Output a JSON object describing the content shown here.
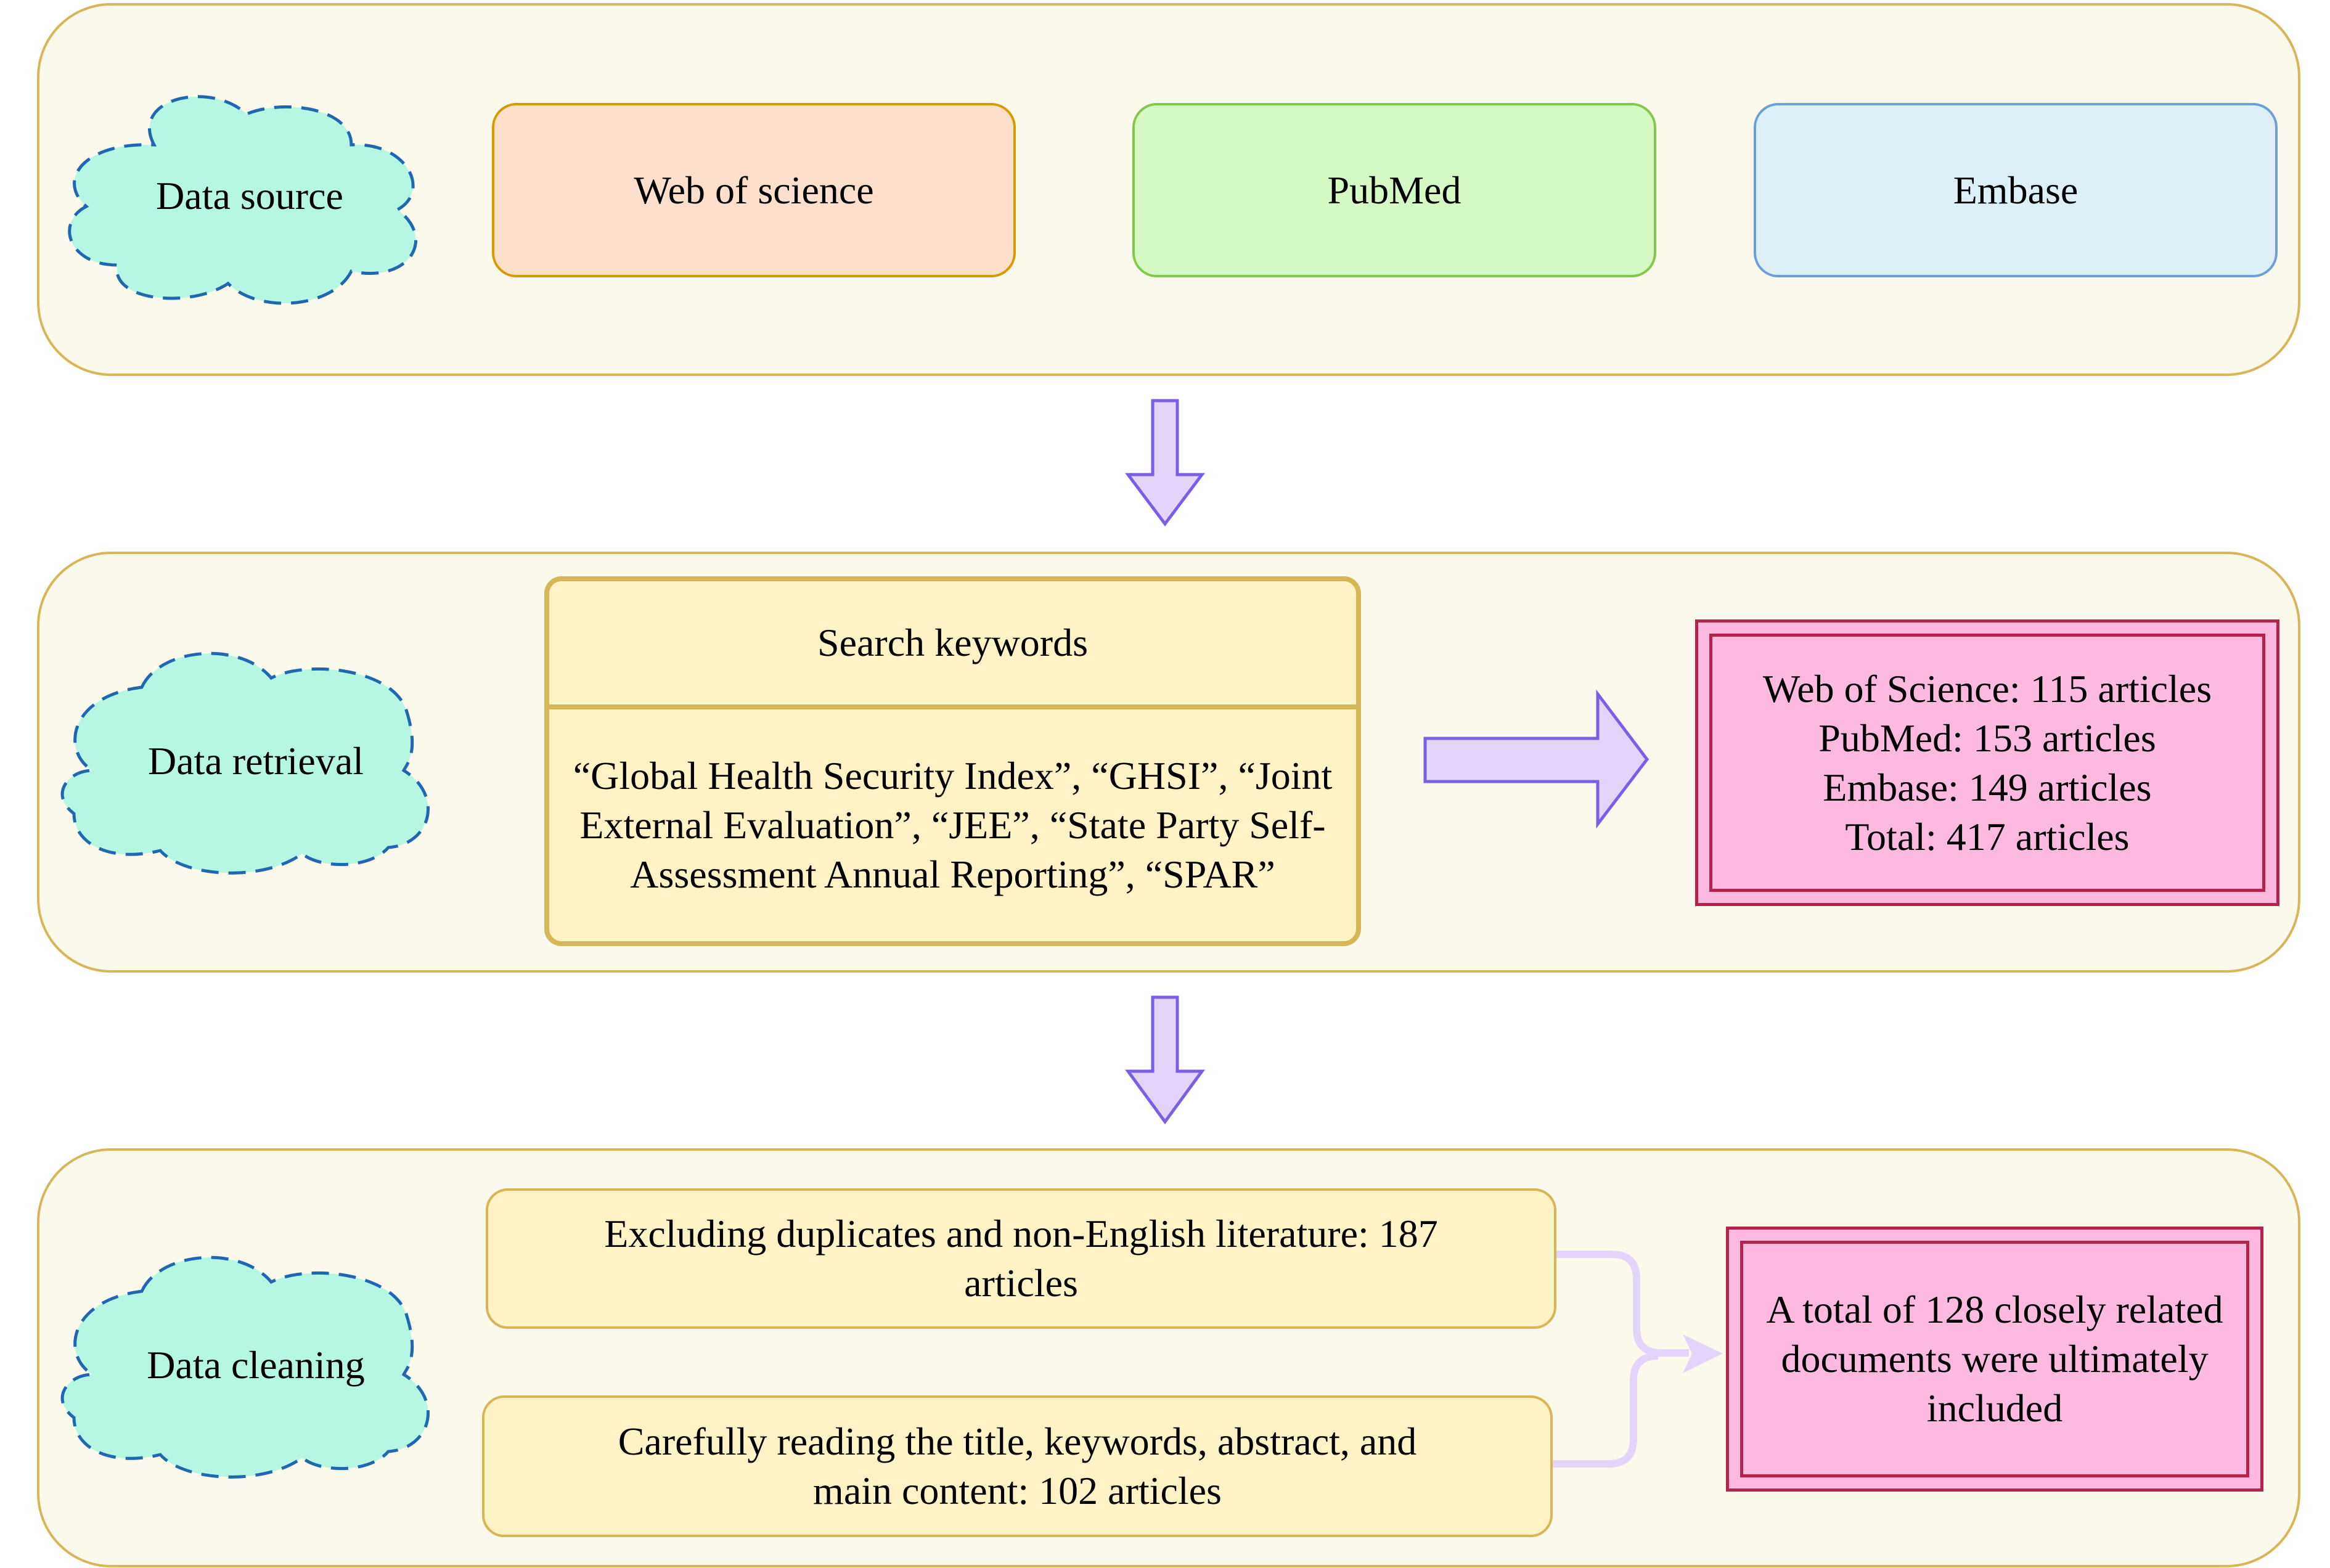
{
  "sections": {
    "data_source": {
      "cloud_label": "Data source",
      "sources": [
        {
          "label": "Web of science"
        },
        {
          "label": "PubMed"
        },
        {
          "label": "Embase"
        }
      ]
    },
    "data_retrieval": {
      "cloud_label": "Data retrieval",
      "keywords_title": "Search keywords",
      "keywords_text": "“Global Health Security Index”, “GHSI”, “Joint External Evaluation”, “JEE”, “State Party Self-Assessment Annual Reporting”, “SPAR”",
      "results": [
        "Web of Science: 115 articles",
        "PubMed: 153 articles",
        "Embase: 149 articles",
        "Total: 417 articles"
      ]
    },
    "data_cleaning": {
      "cloud_label": "Data cleaning",
      "steps": [
        {
          "text": "Excluding duplicates and non-English literature: 187 articles"
        },
        {
          "text": "Carefully reading the title, keywords, abstract, and main content: 102 articles"
        }
      ],
      "final_result": "A total of 128 closely related documents were ultimately included"
    }
  },
  "colors": {
    "section_border": "#d6b656",
    "section_fill": "#fbf8ec",
    "cloud_fill": "#b5f7e3",
    "cloud_stroke": "#1f67b1",
    "arrow_fill": "#e5d4f9",
    "arrow_stroke": "#7b5ee6",
    "result_fill": "#fdb9df",
    "result_stroke": "#b5224e"
  }
}
